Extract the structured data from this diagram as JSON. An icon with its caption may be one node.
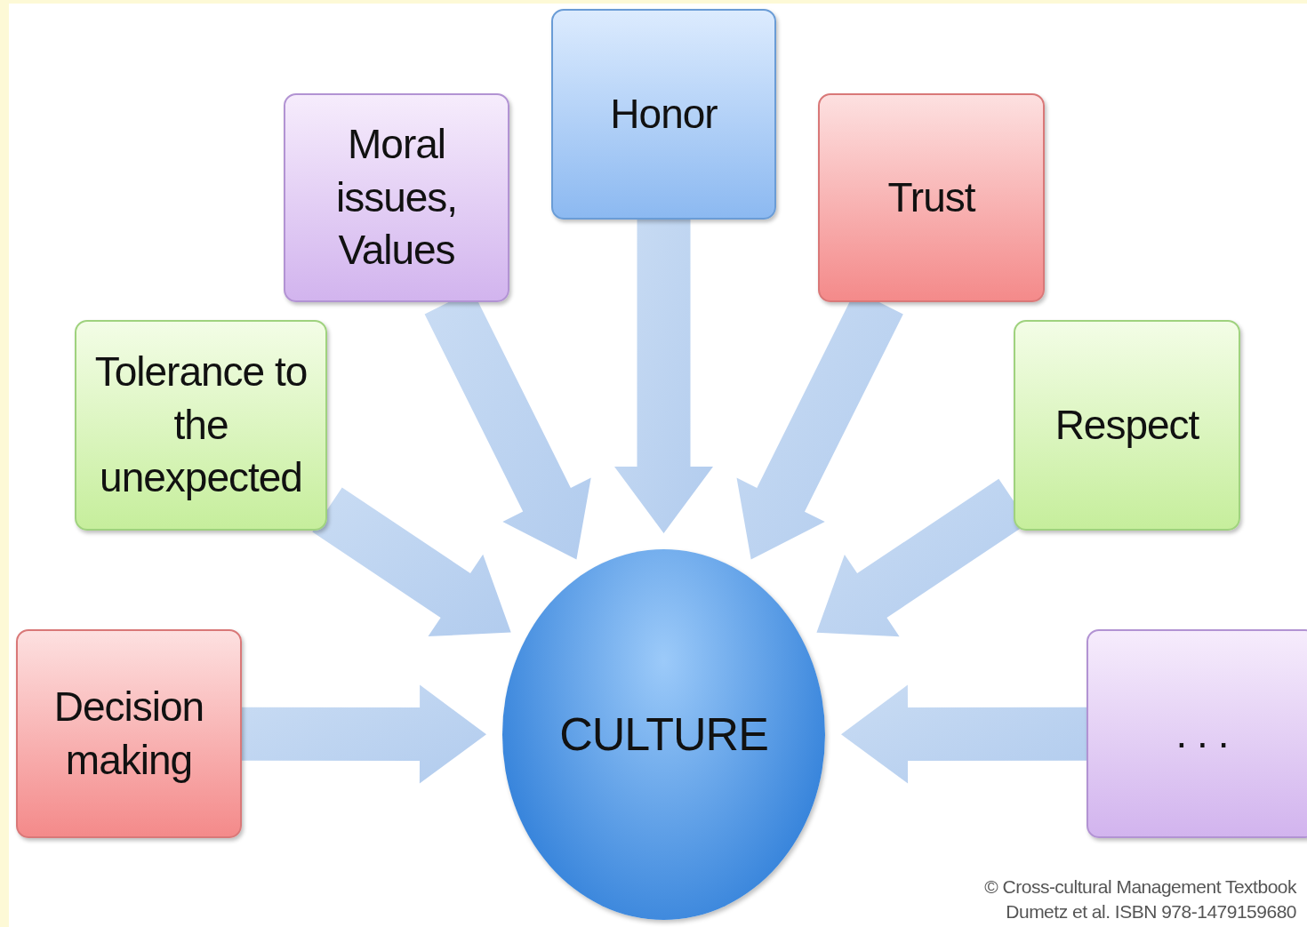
{
  "diagram": {
    "nodes": [
      {
        "text": [
          "Decision making"
        ]
      },
      {
        "text": [
          "Tolerance to the unexpected"
        ]
      },
      {
        "text": [
          "Moral issues, Values"
        ]
      },
      {
        "text": [
          "Honor"
        ]
      },
      {
        "text": [
          "Trust"
        ]
      },
      {
        "text": [
          "Respect"
        ]
      },
      {
        "text": [
          ". . ."
        ]
      },
      {
        "text": [
          "CULTURE"
        ]
      }
    ],
    "edges": [
      {
        "from": 0,
        "to": 7,
        "arrow": "to"
      },
      {
        "from": 1,
        "to": 7,
        "arrow": "to"
      },
      {
        "from": 2,
        "to": 7,
        "arrow": "to"
      },
      {
        "from": 3,
        "to": 7,
        "arrow": "to"
      },
      {
        "from": 4,
        "to": 7,
        "arrow": "to"
      },
      {
        "from": 5,
        "to": 7,
        "arrow": "to"
      },
      {
        "from": 6,
        "to": 7,
        "arrow": "to"
      }
    ],
    "labels": [
      "© Cross-cultural Management Textbook",
      "Dumetz et al. ISBN 978-1479159680"
    ]
  }
}
